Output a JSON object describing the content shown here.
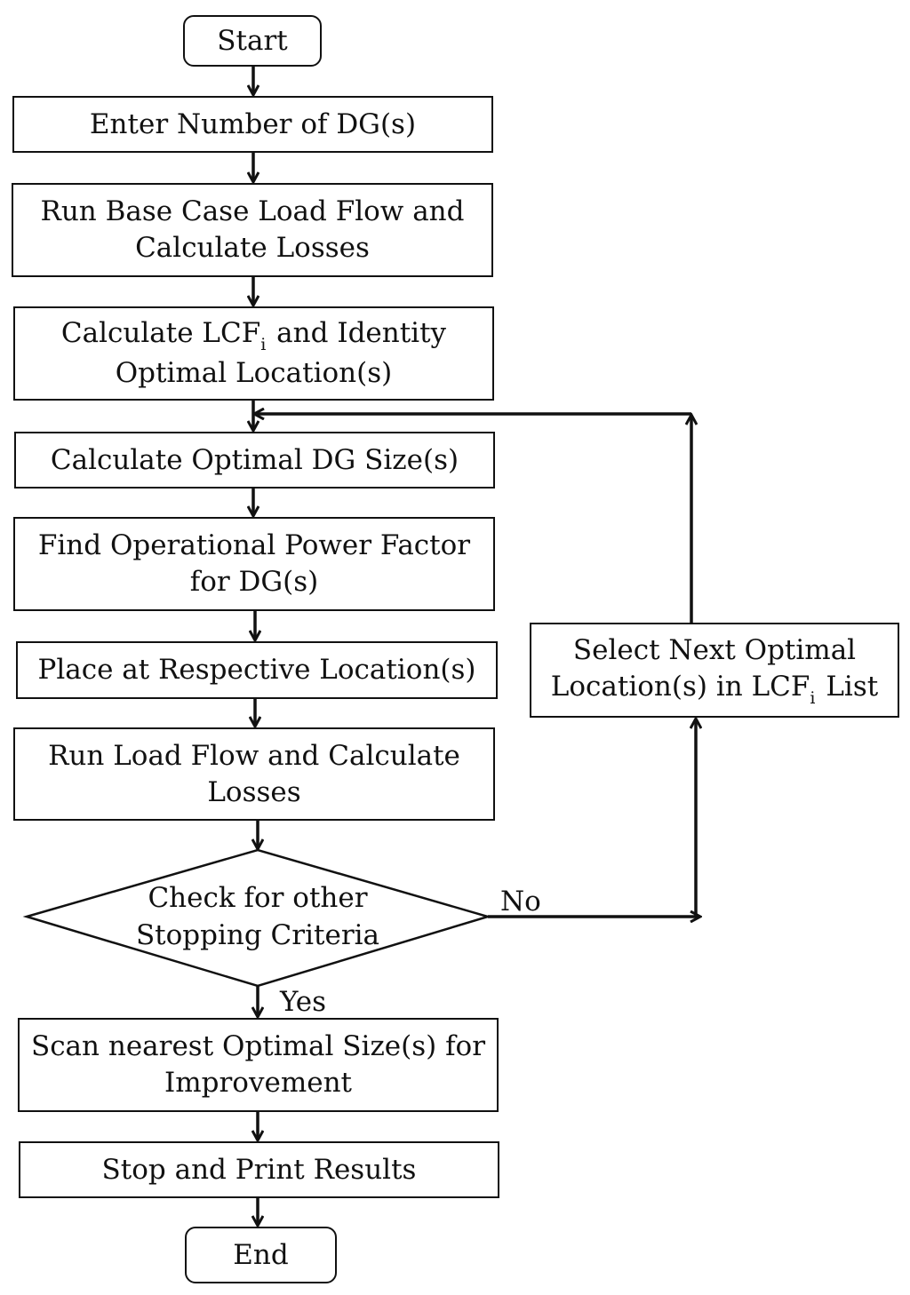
{
  "nodes": {
    "start": "Start",
    "enter_dg": "Enter Number of DG(s)",
    "base_case": {
      "line1": "Run Base Case Load Flow and",
      "line2": "Calculate Losses"
    },
    "lcf": {
      "line1_pre": "Calculate LCF",
      "line1_sub": "i",
      "line1_post": "and Identity",
      "line2": "Optimal Location(s)"
    },
    "dg_size": "Calculate Optimal DG Size(s)",
    "power_factor": {
      "line1": "Find Operational Power Factor",
      "line2": "for DG(s)"
    },
    "place": "Place at Respective Location(s)",
    "load_flow": {
      "line1": "Run Load Flow and Calculate",
      "line2": "Losses"
    },
    "decision": {
      "line1": "Check for other",
      "line2": "Stopping Criteria"
    },
    "scan": {
      "line1": "Scan nearest Optimal Size(s) for",
      "line2": "Improvement"
    },
    "stop": "Stop and Print Results",
    "end": "End",
    "next_location": {
      "line1": "Select Next Optimal",
      "line2_pre": "Location(s) in LCF",
      "line2_sub": "i",
      "line2_post": "List"
    }
  },
  "edge_labels": {
    "no": "No",
    "yes": "Yes"
  },
  "colors": {
    "stroke": "#111111",
    "background": "#ffffff"
  }
}
